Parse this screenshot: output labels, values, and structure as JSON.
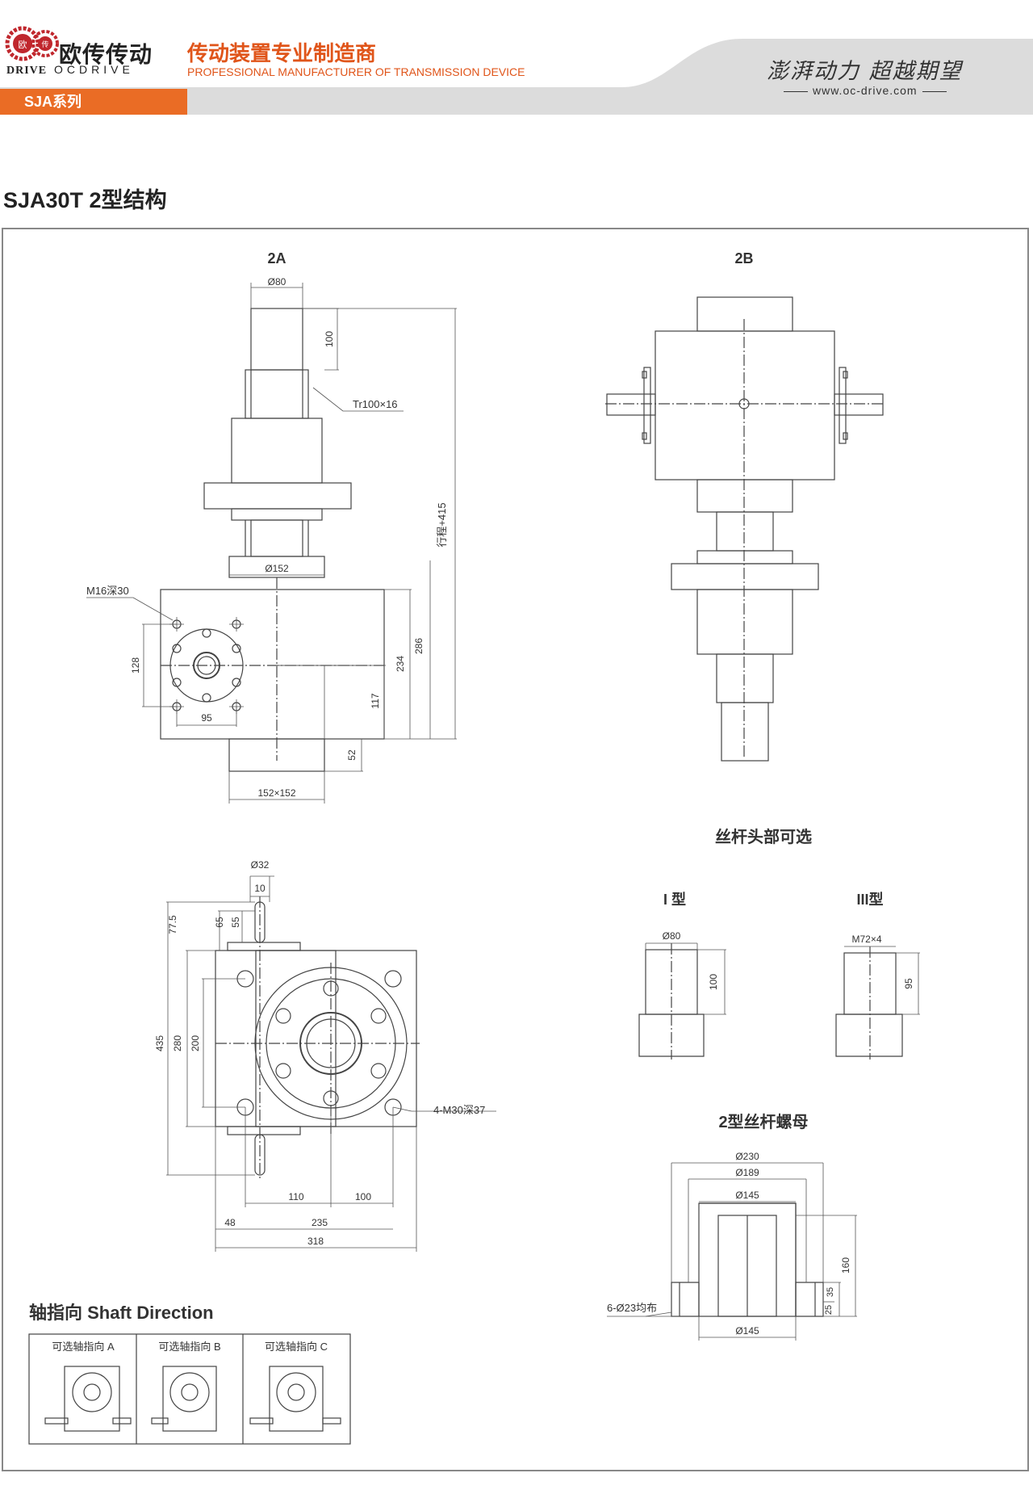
{
  "header": {
    "brand_cn": "欧传传动",
    "brand_en_a": "DRIVE",
    "brand_en_b": "OCDRIVE",
    "logo_letters": [
      "欧",
      "传"
    ],
    "tagline_cn": "传动装置专业制造商",
    "tagline_en": "PROFESSIONAL MANUFACTURER OF TRANSMISSION DEVICE",
    "slogan": "澎湃动力 超越期望",
    "website": "www.oc-drive.com",
    "series_tab": "SJA系列",
    "accent_color": "#ea6c25"
  },
  "page_title": "SJA30T 2型结构",
  "views": {
    "view_2a": {
      "title": "2A",
      "dim_d80": "Ø80",
      "dim_100": "100",
      "thread": "Tr100×16",
      "stroke": "行程+415",
      "dim_d152": "Ø152",
      "tapped_holes": "M16深30",
      "dim_128": "128",
      "dim_95": "95",
      "dim_286": "286",
      "dim_234": "234",
      "dim_117": "117",
      "dim_52": "52",
      "dim_base": "152×152"
    },
    "view_2b": {
      "title": "2B"
    },
    "view_top": {
      "dim_d32": "Ø32",
      "dim_10": "10",
      "dim_77_5": "77.5",
      "dim_65": "65",
      "dim_55": "55",
      "dim_435": "435",
      "dim_280": "280",
      "dim_200": "200",
      "holes": "4-M30深37",
      "dim_110": "110",
      "dim_100": "100",
      "dim_48": "48",
      "dim_235": "235",
      "dim_318": "318"
    },
    "screw_ends": {
      "title": "丝杆头部可选",
      "type1_label": "I 型",
      "type1_dia": "Ø80",
      "type1_len": "100",
      "type3_label": "III型",
      "type3_thread": "M72×4",
      "type3_len": "95"
    },
    "nut": {
      "title": "2型丝杆螺母",
      "dim_d230": "Ø230",
      "dim_d189": "Ø189",
      "dim_d145_top": "Ø145",
      "dim_160": "160",
      "dim_35": "35",
      "dim_25": "25",
      "holes": "6-Ø23均布",
      "dim_d145_bottom": "Ø145"
    }
  },
  "shaft_direction": {
    "title": "轴指向 Shaft Direction",
    "options": [
      {
        "label": "可选轴指向 A"
      },
      {
        "label": "可选轴指向 B"
      },
      {
        "label": "可选轴指向 C"
      }
    ]
  }
}
